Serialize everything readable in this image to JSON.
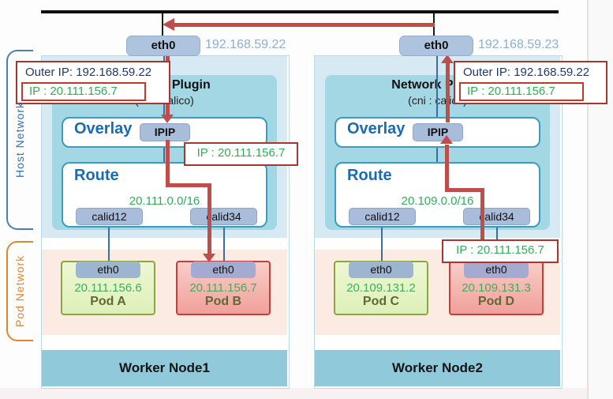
{
  "side_labels": {
    "host": "Host Network",
    "pod": "Pod Network"
  },
  "annotations": {
    "left_outer": {
      "line1": "Outer IP: 192.168.59.22",
      "line2": "IP : 20.111.156.7"
    },
    "left_mid": {
      "text": "IP : 20.111.156.7"
    },
    "right_outer": {
      "line1": "Outer IP: 192.168.59.22",
      "line2": "IP : 20.111.156.7"
    },
    "right_bottom": {
      "text": "IP : 20.111.156.7"
    }
  },
  "nodes": [
    {
      "name": "Worker Node1",
      "eth_label": "eth0",
      "host_ip": "192.168.59.22",
      "plugin_title": "Network Plugin",
      "plugin_subtitle": "(cni : calico)",
      "overlay_label": "Overlay",
      "ipip_label": "IPIP",
      "route_label": "Route",
      "route_cidr": "20.111.0.0/16",
      "interfaces": [
        "calid12",
        "calid34"
      ],
      "pods": [
        {
          "eth": "eth0",
          "ip": "20.111.156.6",
          "label": "Pod A"
        },
        {
          "eth": "eth0",
          "ip": "20.111.156.7",
          "label": "Pod B"
        }
      ]
    },
    {
      "name": "Worker Node2",
      "eth_label": "eth0",
      "host_ip": "192.168.59.23",
      "plugin_title": "Network Plugin",
      "plugin_subtitle": "(cni : calico)",
      "overlay_label": "Overlay",
      "ipip_label": "IPIP",
      "route_label": "Route",
      "route_cidr": "20.109.0.0/16",
      "interfaces": [
        "calid12",
        "calid34"
      ],
      "pods": [
        {
          "eth": "eth0",
          "ip": "20.109.131.2",
          "label": "Pod C"
        },
        {
          "eth": "eth0",
          "ip": "20.109.131.3",
          "label": "Pod D"
        }
      ]
    }
  ],
  "colors": {
    "arrow_red": "#bf4e4a",
    "annotation_border": "#a93531",
    "ip_green": "#2fae57",
    "outer_ip_navy": "#1f3a68",
    "host_area_blue": "#d7eaf4",
    "plugin_teal": "#a3d7e3",
    "panel_border_teal": "#3a9dbf",
    "badge_periwinkle": "#a9bcd9",
    "pod_green_bg": "#e6f3c4",
    "pod_green_border": "#8aa642",
    "pod_red_bg": "#f1a09a",
    "pod_red_border": "#c1403c",
    "pod_band_peach": "#fcebe2",
    "worker_bar_teal": "#8fc9da",
    "heading_blue": "#1a6cb2",
    "host_label_blue": "#2e74b5",
    "pod_label_orange": "#e0862c",
    "host_ip_text": "#8cb0d3",
    "connector_blue": "#3c6ea5"
  }
}
